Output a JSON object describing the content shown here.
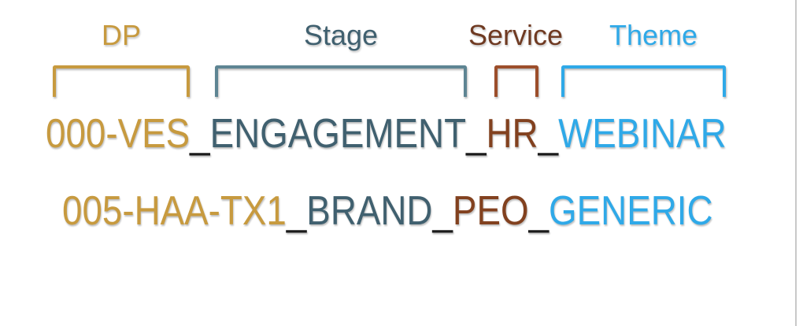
{
  "colors": {
    "dp": "#C79A3F",
    "stage_text": "#40606F",
    "stage_bracket": "#5E8593",
    "service_label": "#6F3A22",
    "service_bracket": "#9C4E2B",
    "service_text": "#82411F",
    "theme": "#2FA9E8",
    "separator": "#1A1A1A",
    "edge_line": "#C9C9C9"
  },
  "annotations": [
    {
      "id": "dp",
      "label": "DP"
    },
    {
      "id": "stage",
      "label": "Stage"
    },
    {
      "id": "service",
      "label": "Service"
    },
    {
      "id": "theme",
      "label": "Theme"
    }
  ],
  "examples": [
    {
      "full_name": "000-VES_ENGAGEMENT_HR_WEBINAR",
      "segments": [
        {
          "text": "000-VES",
          "part": "dp"
        },
        {
          "text": "_",
          "part": "sep"
        },
        {
          "text": "ENGAGEMENT",
          "part": "stage"
        },
        {
          "text": "_",
          "part": "sep"
        },
        {
          "text": "HR",
          "part": "service"
        },
        {
          "text": "_",
          "part": "sep"
        },
        {
          "text": "WEBINAR",
          "part": "theme"
        }
      ]
    },
    {
      "full_name": "005-HAA-TX1_BRAND_PEO_GENERIC",
      "segments": [
        {
          "text": "005-HAA-TX1",
          "part": "dp"
        },
        {
          "text": "_",
          "part": "sep"
        },
        {
          "text": "BRAND",
          "part": "stage"
        },
        {
          "text": "_",
          "part": "sep"
        },
        {
          "text": "PEO",
          "part": "service"
        },
        {
          "text": "_",
          "part": "sep"
        },
        {
          "text": "GENERIC",
          "part": "theme"
        }
      ]
    }
  ]
}
